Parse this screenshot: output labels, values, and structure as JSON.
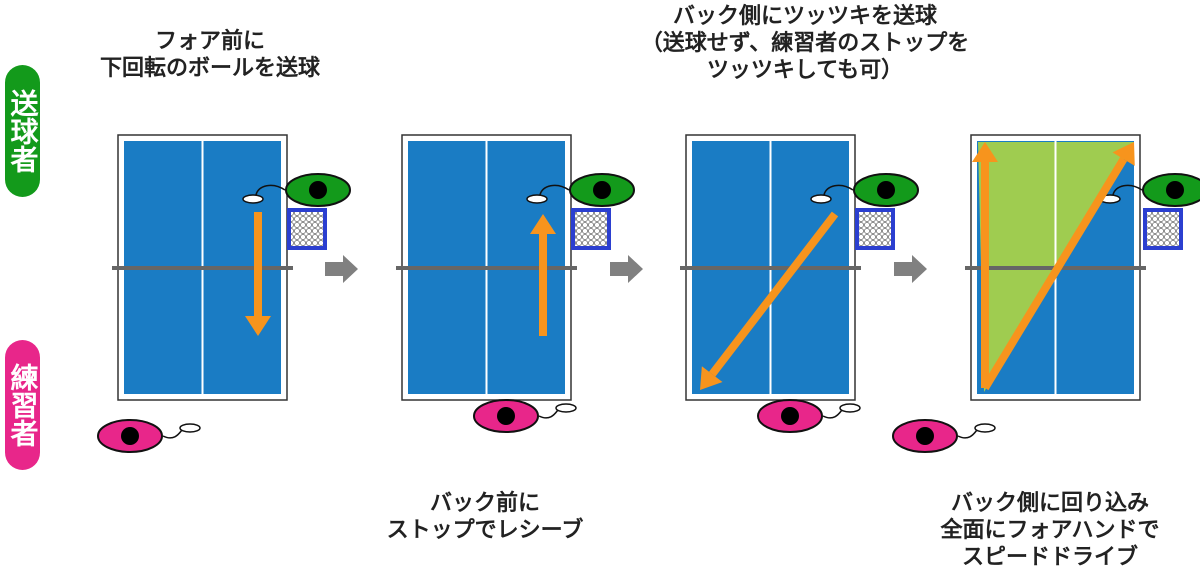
{
  "labels": {
    "server": "送球者",
    "practicer": "練習者"
  },
  "captions": {
    "step1": "フォア前に\n下回転のボールを送球",
    "step2": "バック前に\nストップでレシーブ",
    "step3": "バック側にツッツキを送球\n（送球せず、練習者のストップを\nツッツキしても可）",
    "step4": "バック側に回り込み\n全面にフォアハンドで\nスピードドライブ"
  },
  "colors": {
    "server": "#139a1b",
    "practicer": "#e8268a",
    "table": "#1a7cc4",
    "arrow": "#f7941d",
    "area": "#a6d14a",
    "gray": "#808080"
  }
}
